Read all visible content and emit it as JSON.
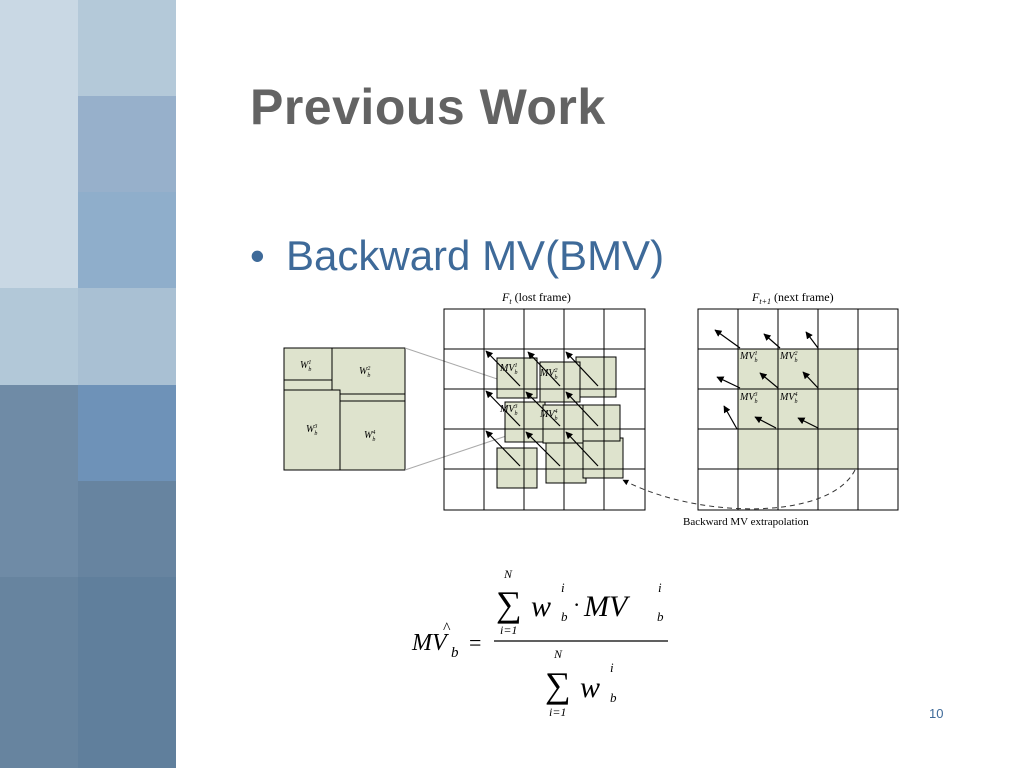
{
  "slide": {
    "title": "Previous Work",
    "bullet_marker": "•",
    "bullet_text": "Backward MV(BMV)",
    "page_number": "10"
  },
  "colors": {
    "title": "#636363",
    "bullet": "#3e6a99",
    "block_fill": "#dee3cd",
    "sidebar_light": "#c3d4e0",
    "sidebar_mid": "#8faecb",
    "sidebar_dark": "#607f9c"
  },
  "diagram": {
    "lost_frame": {
      "symbol": "F",
      "subscript": "t",
      "label": "(lost frame)"
    },
    "next_frame": {
      "symbol": "F",
      "subscript": "t+1",
      "label": "(next frame)"
    },
    "caption": "Backward MV extrapolation",
    "weight_symbol": "W",
    "weight_subscript": "b",
    "weights": [
      "1",
      "2",
      "3",
      "4"
    ],
    "mv_symbol": "MV",
    "mv_subscript": "b",
    "mvs": [
      "1",
      "2",
      "3",
      "4"
    ]
  },
  "formula": {
    "lhs": "MV",
    "lhs_hat": "^",
    "lhs_sub": "b",
    "equals": "=",
    "sum": "∑",
    "sum_upper": "N",
    "sum_lower": "i=1",
    "w": "w",
    "w_sub": "b",
    "w_sup": "i",
    "dot": "·",
    "mv": "MV",
    "mv_sub": "b",
    "mv_sup": "i"
  }
}
